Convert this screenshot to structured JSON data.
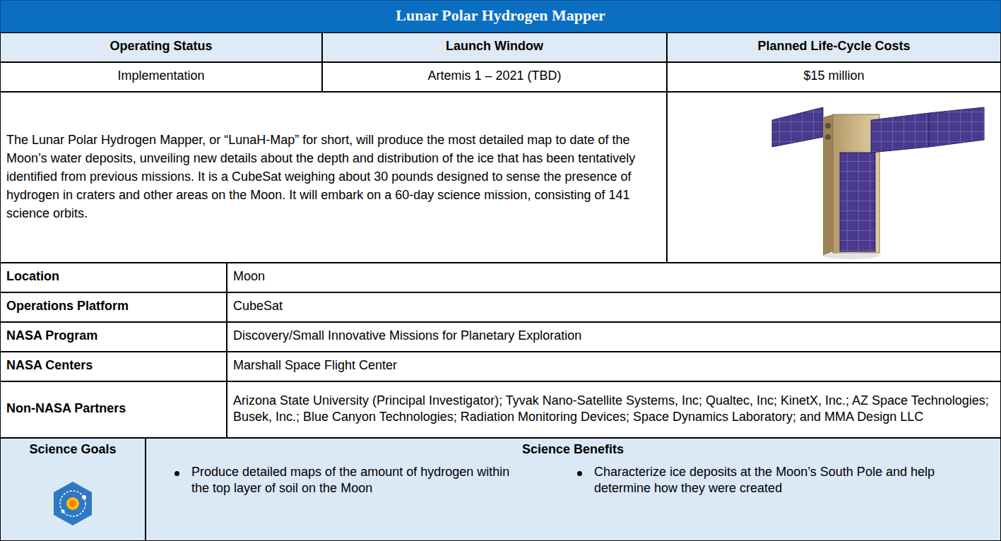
{
  "diagram": {
    "title": "Lunar Polar Hydrogen Mapper",
    "labels": [
      "Operating Status",
      "Launch Window",
      "Planned Life-Cycle Costs",
      "Implementation",
      "Artemis 1 – 2021 (TBD)",
      "$15 million",
      "The Lunar Polar Hydrogen Mapper, or “LunaH-Map” for short, will produce the most detailed map to date of the Moon’s water deposits, unveiling new details about the depth and distribution of the ice that has been tentatively identified from previous missions.  It is a CubeSat weighing about 30 pounds designed to sense the presence of hydrogen in craters and other areas on the Moon.  It will embark on a 60-day science mission, consisting of 141 science orbits.",
      "Location",
      "Moon",
      "Operations Platform",
      "CubeSat",
      "NASA Program",
      "Discovery/Small Innovative Missions for Planetary Exploration",
      "NASA Centers",
      "Marshall Space Flight Center",
      "Non-NASA Partners",
      "Arizona State University (Principal Investigator); Tyvak Nano-Satellite Systems, Inc; Qualtec, Inc; KinetX, Inc.; AZ Space Technologies; Busek, Inc.; Blue Canyon Technologies; Radiation Monitoring Devices; Space Dynamics Laboratory; and MMA Design LLC",
      "Science Goals",
      "Science Benefits",
      "Produce detailed maps of the amount of hydrogen within the top layer of soil on the Moon",
      "Characterize ice deposits at the Moon’s South Pole and help determine how they were created"
    ]
  }
}
